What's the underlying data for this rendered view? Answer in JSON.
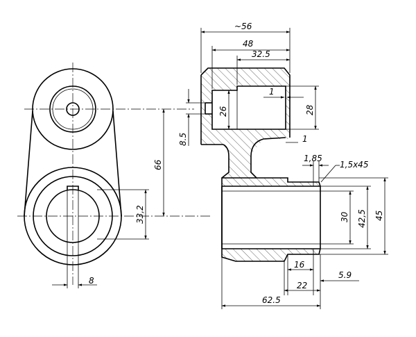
{
  "dimensions": {
    "approx_length": "~56",
    "bore_depth": "48",
    "counterbore_depth": "32.5",
    "small_offset": "1",
    "bore_diameter_26": "26",
    "outer_diameter_28": "28",
    "hole_8_5": "8.5",
    "center_distance": "66",
    "right_offset_1": "1",
    "groove_1_85": "1,85",
    "chamfer": "1,5x45",
    "bore_33_2": "33,2",
    "bore_30": "30",
    "diameter_42_5": "42,5",
    "diameter_45": "45",
    "keyway_8": "8",
    "length_16": "16",
    "length_5_9": "5.9",
    "length_22": "22",
    "length_62_5": "62.5"
  }
}
